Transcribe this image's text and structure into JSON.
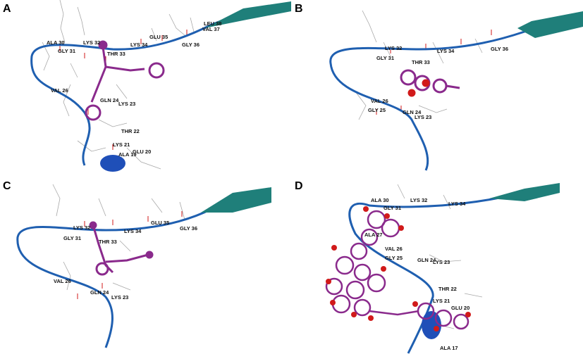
{
  "panels": [
    {
      "letter": "A",
      "labels": [
        "ALA 30",
        "GLY 31",
        "LYS 32",
        "THR 33",
        "LYS 34",
        "GLU 35",
        "GLY 36",
        "LEU 38",
        "VAL 37",
        "VAL 26",
        "GLN 24",
        "LYS 23",
        "THR 22",
        "LYS 21",
        "GLU 20",
        "ALA 19"
      ]
    },
    {
      "letter": "B",
      "labels": [
        "LYS 32",
        "GLY 31",
        "THR 33",
        "LYS 34",
        "GLY 36",
        "VAL 26",
        "GLY 25",
        "GLN 24",
        "LYS 23"
      ]
    },
    {
      "letter": "C",
      "labels": [
        "LYS 32",
        "GLY 31",
        "THR 33",
        "LYS 34",
        "GLU 35",
        "GLY 36",
        "VAL 26",
        "GLN 24",
        "LYS 23"
      ]
    },
    {
      "letter": "D",
      "labels": [
        "ALA 30",
        "LYS 32",
        "GLY 31",
        "LYS 34",
        "ALA 27",
        "VAL 26",
        "GLY 25",
        "GLN 24",
        "LYS 23",
        "THR 22",
        "LYS 21",
        "GLU 20",
        "ALA 17"
      ]
    }
  ],
  "colors": {
    "ribbon_blue": "#1f5fb0",
    "ribbon_teal": "#1f7f7a",
    "ligand": "#8a2a8c",
    "oxygen": "#d11a1a",
    "sidechain": "#a0a0a0"
  }
}
